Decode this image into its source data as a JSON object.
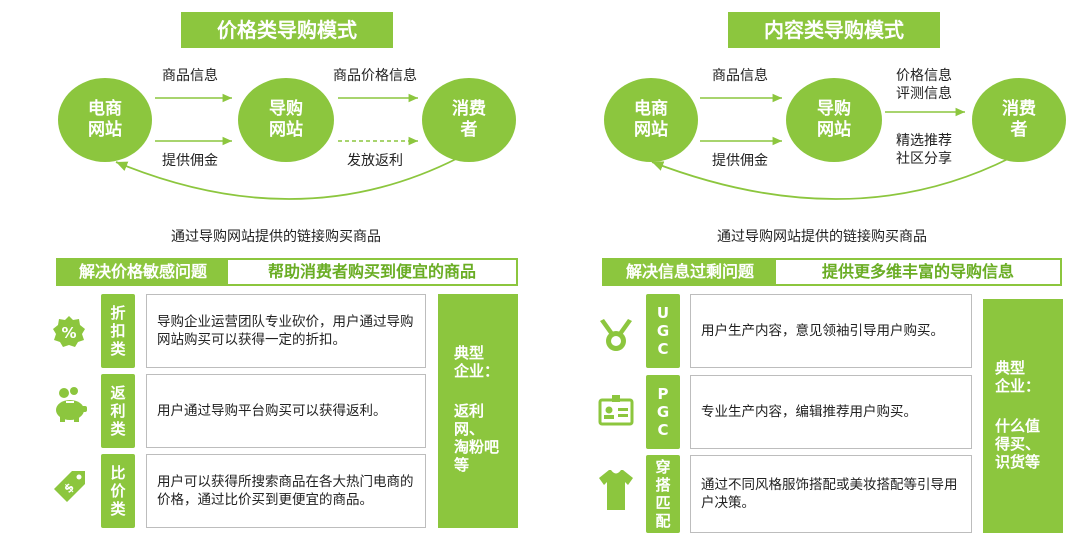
{
  "left": {
    "title": "价格类导购模式",
    "nodes": {
      "source": "电商\n网站",
      "mid": "导购\n网站",
      "target": "消费\n者"
    },
    "labels": {
      "top_left": "商品信息",
      "bottom_left": "提供佣金",
      "top_right": "商品价格信息",
      "bottom_right": "发放返利"
    },
    "bottom_text": "通过导购网站提供的链接购买商品",
    "banner_left": "解决价格敏感问题",
    "banner_right": "帮助消费者购买到便宜的商品",
    "rows": [
      {
        "tag": "折\n扣\n类",
        "desc": "导购企业运营团队专业砍价，用户通过导购网站购买可以获得一定的折扣。",
        "icon": "percent-badge-icon"
      },
      {
        "tag": "返\n利\n类",
        "desc": "用户通过导购平台购买可以获得返利。",
        "icon": "piggy-bank-icon"
      },
      {
        "tag": "比\n价\n类",
        "desc": "用户可以获得所搜索商品在各大热门电商的价格，通过比价买到更便宜的商品。",
        "icon": "price-tag-icon"
      }
    ],
    "side_heading": "典型\n企业：",
    "side_companies": "返利\n网、\n淘粉吧\n等"
  },
  "right": {
    "title": "内容类导购模式",
    "nodes": {
      "source": "电商\n网站",
      "mid": "导购\n网站",
      "target": "消费\n者"
    },
    "labels": {
      "top_left": "商品信息",
      "bottom_left": "提供佣金",
      "top_right": "价格信息\n评测信息",
      "bottom_right": "精选推荐\n社区分享"
    },
    "bottom_text": "通过导购网站提供的链接购买商品",
    "banner_left": "解决信息过剩问题",
    "banner_right": "提供更多维丰富的导购信息",
    "rows": [
      {
        "tag": "U\nG\nC",
        "desc": "用户生产内容，意见领袖引导用户购买。",
        "icon": "medal-icon"
      },
      {
        "tag": "P\nG\nC",
        "desc": "专业生产内容，编辑推荐用户购买。",
        "icon": "id-card-icon"
      },
      {
        "tag": "穿\n搭\n匹\n配",
        "desc": "通过不同风格服饰搭配或美妆搭配等引导用户决策。",
        "icon": "clothing-icon"
      }
    ],
    "side_heading": "典型\n企业：",
    "side_companies": "什么值\n得买、\n识货等"
  },
  "colors": {
    "accent": "#8cc63e",
    "accent_dark": "#6aad24",
    "border": "#bdbdbd"
  }
}
